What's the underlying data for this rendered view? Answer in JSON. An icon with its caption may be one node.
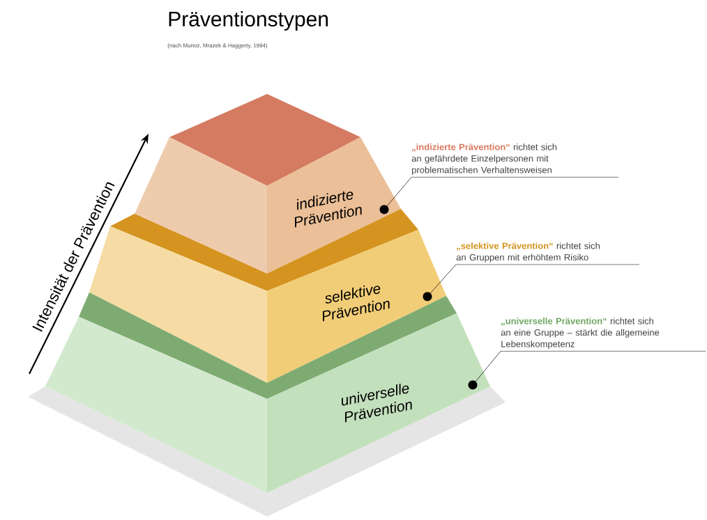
{
  "diagram": {
    "title": "Präventionstypen",
    "caption": "(nach Munoz, Mrazek & Haggerty, 1994)",
    "nodes": [
      {
        "text": [
          "indizierte Prävention"
        ]
      },
      {
        "text": [
          "selektive Prävention"
        ]
      },
      {
        "text": [
          "universelle Prävention"
        ]
      },
      {
        "text": [
          "„indizierte Prävention“",
          "richtet sich an gefährdete Einzelpersonen mit problematischen Verhaltensweisen"
        ]
      },
      {
        "text": [
          "„selektive Prävention“",
          "richtet sich an Gruppen mit erhöhtem Risiko"
        ]
      },
      {
        "text": [
          "„universelle Prävention“",
          "richtet sich an eine Gruppe – stärkt die allgemeine Lebenskompetenz"
        ]
      }
    ],
    "edges": [
      {
        "from": 3,
        "to": 0,
        "arrow": "none"
      },
      {
        "from": 4,
        "to": 1,
        "arrow": "none"
      },
      {
        "from": 5,
        "to": 2,
        "arrow": "none"
      }
    ],
    "labels": [
      "Intensität der Prävention"
    ]
  }
}
